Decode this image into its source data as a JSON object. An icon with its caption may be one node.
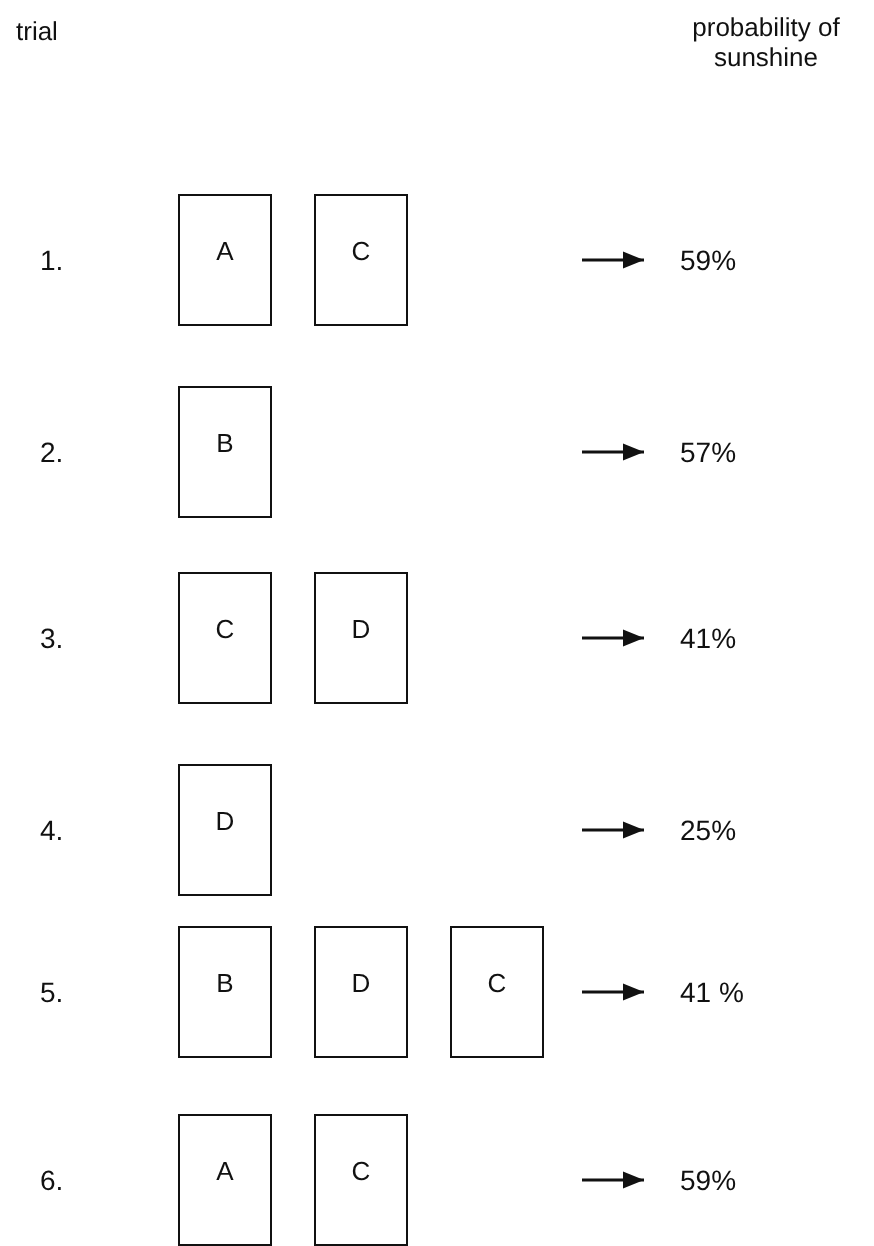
{
  "diagram": {
    "nodes": [
      {
        "text": [
          "A"
        ]
      },
      {
        "text": [
          "C"
        ]
      },
      {
        "text": [
          "59%"
        ]
      },
      {
        "text": [
          "B"
        ]
      },
      {
        "text": [
          "57%"
        ]
      },
      {
        "text": [
          "C"
        ]
      },
      {
        "text": [
          "D"
        ]
      },
      {
        "text": [
          "41%"
        ]
      },
      {
        "text": [
          "D"
        ]
      },
      {
        "text": [
          "25%"
        ]
      },
      {
        "text": [
          "B"
        ]
      },
      {
        "text": [
          "D"
        ]
      },
      {
        "text": [
          "C"
        ]
      },
      {
        "text": [
          "41 %"
        ]
      },
      {
        "text": [
          "A"
        ]
      },
      {
        "text": [
          "C"
        ]
      },
      {
        "text": [
          "59%"
        ]
      }
    ],
    "edges": [
      {
        "from": null,
        "to": 2,
        "arrow": "to"
      },
      {
        "from": null,
        "to": 4,
        "arrow": "to"
      },
      {
        "from": null,
        "to": 7,
        "arrow": "to"
      },
      {
        "from": null,
        "to": 9,
        "arrow": "to"
      },
      {
        "from": null,
        "to": 13,
        "arrow": "to"
      },
      {
        "from": null,
        "to": 16,
        "arrow": "to"
      }
    ],
    "labels": [
      "trial",
      "probability of sunshine",
      "1.",
      "2.",
      "3.",
      "4.",
      "5.",
      "6."
    ]
  }
}
